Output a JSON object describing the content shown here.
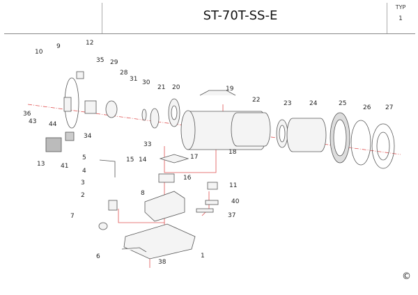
{
  "header": {
    "title": "ST-70T-SS-E",
    "type_label": "TYP",
    "type_value": "1"
  },
  "part_numbers": [
    "10",
    "9",
    "12",
    "35",
    "29",
    "28",
    "31",
    "30",
    "21",
    "20",
    "19",
    "22",
    "23",
    "24",
    "25",
    "26",
    "27",
    "36",
    "43",
    "44",
    "34",
    "33",
    "13",
    "41",
    "18",
    "17",
    "5",
    "15",
    "14",
    "4",
    "16",
    "3",
    "11",
    "8",
    "2",
    "40",
    "37",
    "7",
    "1",
    "6",
    "38"
  ],
  "copyright": "©",
  "colors": {
    "axis": "#e05050",
    "line": "#555555"
  }
}
